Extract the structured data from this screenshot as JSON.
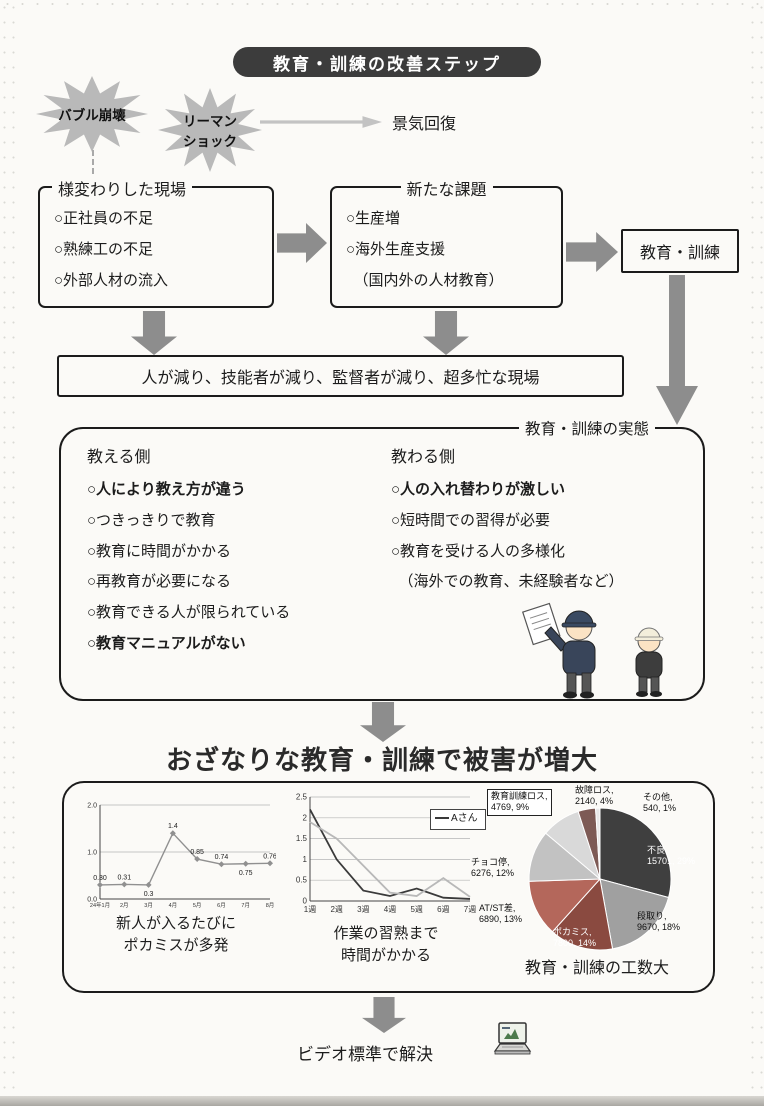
{
  "page": {
    "title": "教育・訓練の改善ステップ",
    "solution": "ビデオ標準で解決"
  },
  "timeline": {
    "burst_bubble": "バブル崩壊",
    "burst_lehman": "リーマンショック",
    "recovery": "景気回復"
  },
  "changed_site": {
    "title": "様変わりした現場",
    "items": [
      "○正社員の不足",
      "○熟練工の不足",
      "○外部人材の流入"
    ]
  },
  "new_issues": {
    "title": "新たな課題",
    "items": [
      "○生産増",
      "○海外生産支援",
      "　（国内外の人材教育）"
    ]
  },
  "training": {
    "label": "教育・訓練"
  },
  "busy_site": {
    "text": "人が減り、技能者が減り、監督者が減り、超多忙な現場"
  },
  "reality": {
    "label": "教育・訓練の実態",
    "teach": {
      "title": "教える側",
      "items": [
        {
          "text": "○人により教え方が違う"
        },
        {
          "text": "○つきっきりで教育"
        },
        {
          "text": "○教育に時間がかかる"
        },
        {
          "text": "○再教育が必要になる"
        },
        {
          "text": "○教育できる人が限られている"
        },
        {
          "text": "○教育マニュアルがない"
        }
      ]
    },
    "learn": {
      "title": "教わる側",
      "items": [
        {
          "text": "○人の入れ替わりが激しい"
        },
        {
          "text": "○短時間での習得が必要"
        },
        {
          "text": "○教育を受ける人の多様化"
        },
        {
          "text": "　（海外での教育、未経験者など）"
        }
      ]
    }
  },
  "damage_heading": "おざなりな教育・訓練で被害が増大",
  "chart_data": [
    {
      "type": "line",
      "caption": "新人が入るたびに\nポカミスが多発",
      "x_labels": [
        "24年1月",
        "2月",
        "3月",
        "4月",
        "5月",
        "6月",
        "7月",
        "8月"
      ],
      "ylim": [
        0,
        2.0
      ],
      "yticks": [
        0.0,
        1.0,
        2.0
      ],
      "series": [
        {
          "name": "",
          "color": "#909090",
          "values": [
            0.3,
            0.31,
            0.3,
            1.4,
            0.85,
            0.74,
            0.75,
            0.76
          ]
        }
      ],
      "point_labels": [
        "0.30",
        "0.31",
        "0.3",
        "1.4",
        "0.85",
        "0.74",
        "0.75",
        "0.76"
      ]
    },
    {
      "type": "line",
      "caption": "作業の習熟まで\n時間がかかる",
      "x_labels": [
        "1週",
        "2週",
        "3週",
        "4週",
        "5週",
        "6週",
        "7週"
      ],
      "ylim": [
        0,
        2.5
      ],
      "yticks": [
        0,
        0.5,
        1,
        1.5,
        2,
        2.5
      ],
      "legend_position": "top-right",
      "series": [
        {
          "name": "Aさん",
          "color": "#3a3a3a",
          "values": [
            2.2,
            1.0,
            0.25,
            0.12,
            0.3,
            0.08,
            0.05
          ]
        },
        {
          "name": "",
          "color": "#b8b8b8",
          "values": [
            1.9,
            1.5,
            0.85,
            0.2,
            0.12,
            0.55,
            0.1
          ]
        }
      ]
    },
    {
      "type": "pie",
      "caption": "教育・訓練の工数大",
      "slices": [
        {
          "label": "不良",
          "value": 15701,
          "pct": "29%",
          "color": "#3f3f3f",
          "text_color": "#ffffff"
        },
        {
          "label": "段取り",
          "value": 9670,
          "pct": "18%",
          "color": "#a0a0a0",
          "text_color": "#111111"
        },
        {
          "label": "ポカミス",
          "value": 7800,
          "pct": "14%",
          "color": "#8a4a40",
          "text_color": "#ffffff"
        },
        {
          "label": "AT/ST差",
          "value": 6890,
          "pct": "13%",
          "color": "#b4675b",
          "text_color": "#111111"
        },
        {
          "label": "チョコ停",
          "value": 6276,
          "pct": "12%",
          "color": "#c2c2c2",
          "text_color": "#111111"
        },
        {
          "label": "教育訓練ロス",
          "value": 4769,
          "pct": "9%",
          "color": "#d9d9d9",
          "text_color": "#111111",
          "highlighted": true
        },
        {
          "label": "故障ロス",
          "value": 2140,
          "pct": "4%",
          "color": "#7d5a55",
          "text_color": "#111111"
        },
        {
          "label": "その他",
          "value": 540,
          "pct": "1%",
          "color": "#e8e8e8",
          "text_color": "#111111"
        }
      ]
    }
  ]
}
